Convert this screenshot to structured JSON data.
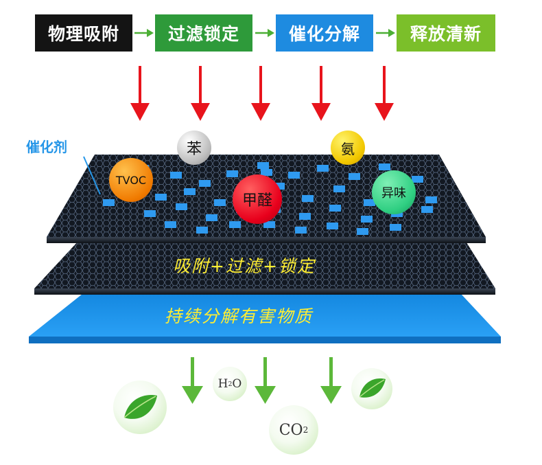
{
  "steps": [
    {
      "label": "物理吸附",
      "color": "#141414"
    },
    {
      "label": "过滤锁定",
      "color": "#2e9a3a"
    },
    {
      "label": "催化分解",
      "color": "#1e8be0"
    },
    {
      "label": "释放清新",
      "color": "#7bbf2a"
    }
  ],
  "catalyst_label": "催化剂",
  "pollutants": {
    "tvoc": "TVOC",
    "benzene": "苯",
    "ammonia": "氨",
    "formaldehyde": "甲醛",
    "odor": "异味"
  },
  "layers": {
    "top": "",
    "middle": "吸附+过滤+锁定",
    "bottom": "持续分解有害物质"
  },
  "outputs": {
    "h2o_main": "H",
    "h2o_sub": "2",
    "h2o_tail": "O",
    "co2_main": "CO",
    "co2_sub": "2"
  },
  "colors": {
    "arrow_red": "#e8141c",
    "arrow_green": "#5cb83a",
    "flow_arrow": "#4caf35",
    "catalyst_blue": "#2f9af0",
    "mesh_dark": "#151b24",
    "blue_layer": "#1a8fea",
    "layer_text": "#ffee33"
  },
  "icons": {
    "leaf": "leaf-icon",
    "arrow_down": "arrow-down-icon",
    "arrow_right": "arrow-right-icon"
  }
}
